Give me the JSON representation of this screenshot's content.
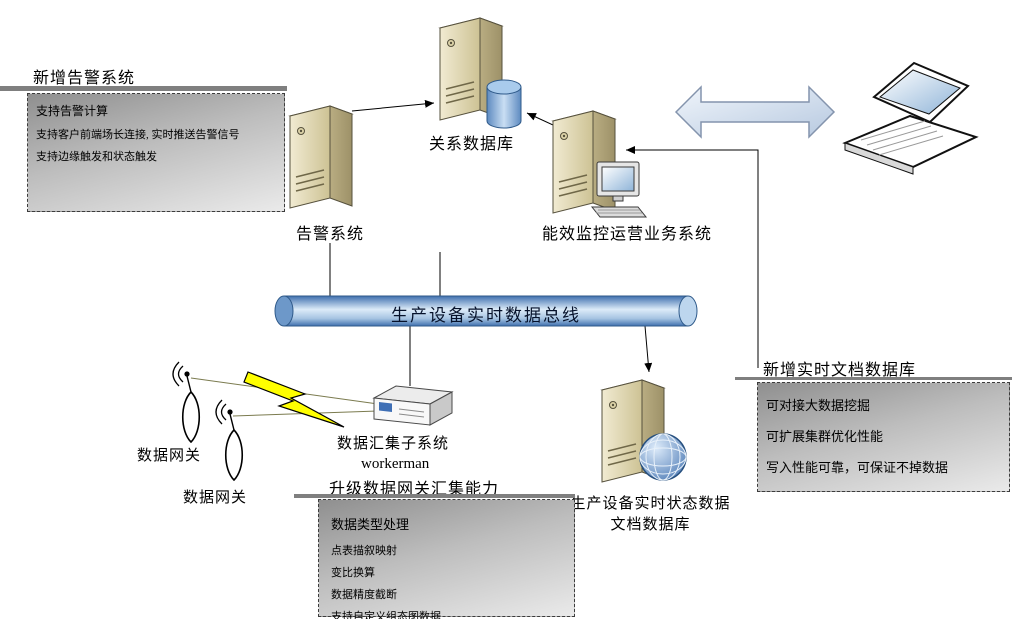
{
  "nodes": {
    "relational_db": {
      "label": "关系数据库"
    },
    "alarm_system": {
      "label": "告警系统"
    },
    "energy_system": {
      "label": "能效监控运营业务系统"
    },
    "data_bus": {
      "label": "生产设备实时数据总线"
    },
    "gateway_top": {
      "label": "数据网关"
    },
    "gateway_bottom": {
      "label": "数据网关"
    },
    "collector": {
      "label": "数据汇集子系统",
      "sublabel": "workerman"
    },
    "document_db": {
      "label_line1": "生产设备实时状态数据",
      "label_line2": "文档数据库"
    }
  },
  "callouts": {
    "alarm": {
      "title": "新增告警系统",
      "lines": [
        "支持告警计算",
        "支持客户前端场长连接, 实时推送告警信号",
        "支持边缘触发和状态触发"
      ]
    },
    "document_db": {
      "title": "新增实时文档数据库",
      "lines": [
        "可对接大数据挖掘",
        "可扩展集群优化性能",
        "写入性能可靠，可保证不掉数据"
      ]
    },
    "gateway": {
      "title": "升级数据网关汇集能力",
      "lines": [
        "数据类型处理",
        "点表描叙映射",
        "变比换算",
        "数据精度截断",
        "支持自定义组态图数据"
      ]
    }
  },
  "icons": {
    "server": "server-tower-icon",
    "database": "database-cylinder-icon",
    "globe": "globe-icon",
    "laptop": "laptop-icon",
    "antenna": "antenna-icon",
    "lightning": "lightning-bolt-icon",
    "desktop": "desktop-computer-icon",
    "collector_device": "network-device-icon",
    "double_arrow": "double-arrow-icon"
  },
  "colors": {
    "server_front": "#e9e1bd",
    "server_side": "#b3a77c",
    "db_cylinder": "#6f9fd8",
    "bus_dark": "#3f6fae",
    "bus_light": "#dcebf8",
    "double_arrow_fill": "#dbe5f1",
    "lightning": "#ffff00",
    "callout_dark": "#8f8f8f",
    "callout_light": "#eaeaea"
  }
}
